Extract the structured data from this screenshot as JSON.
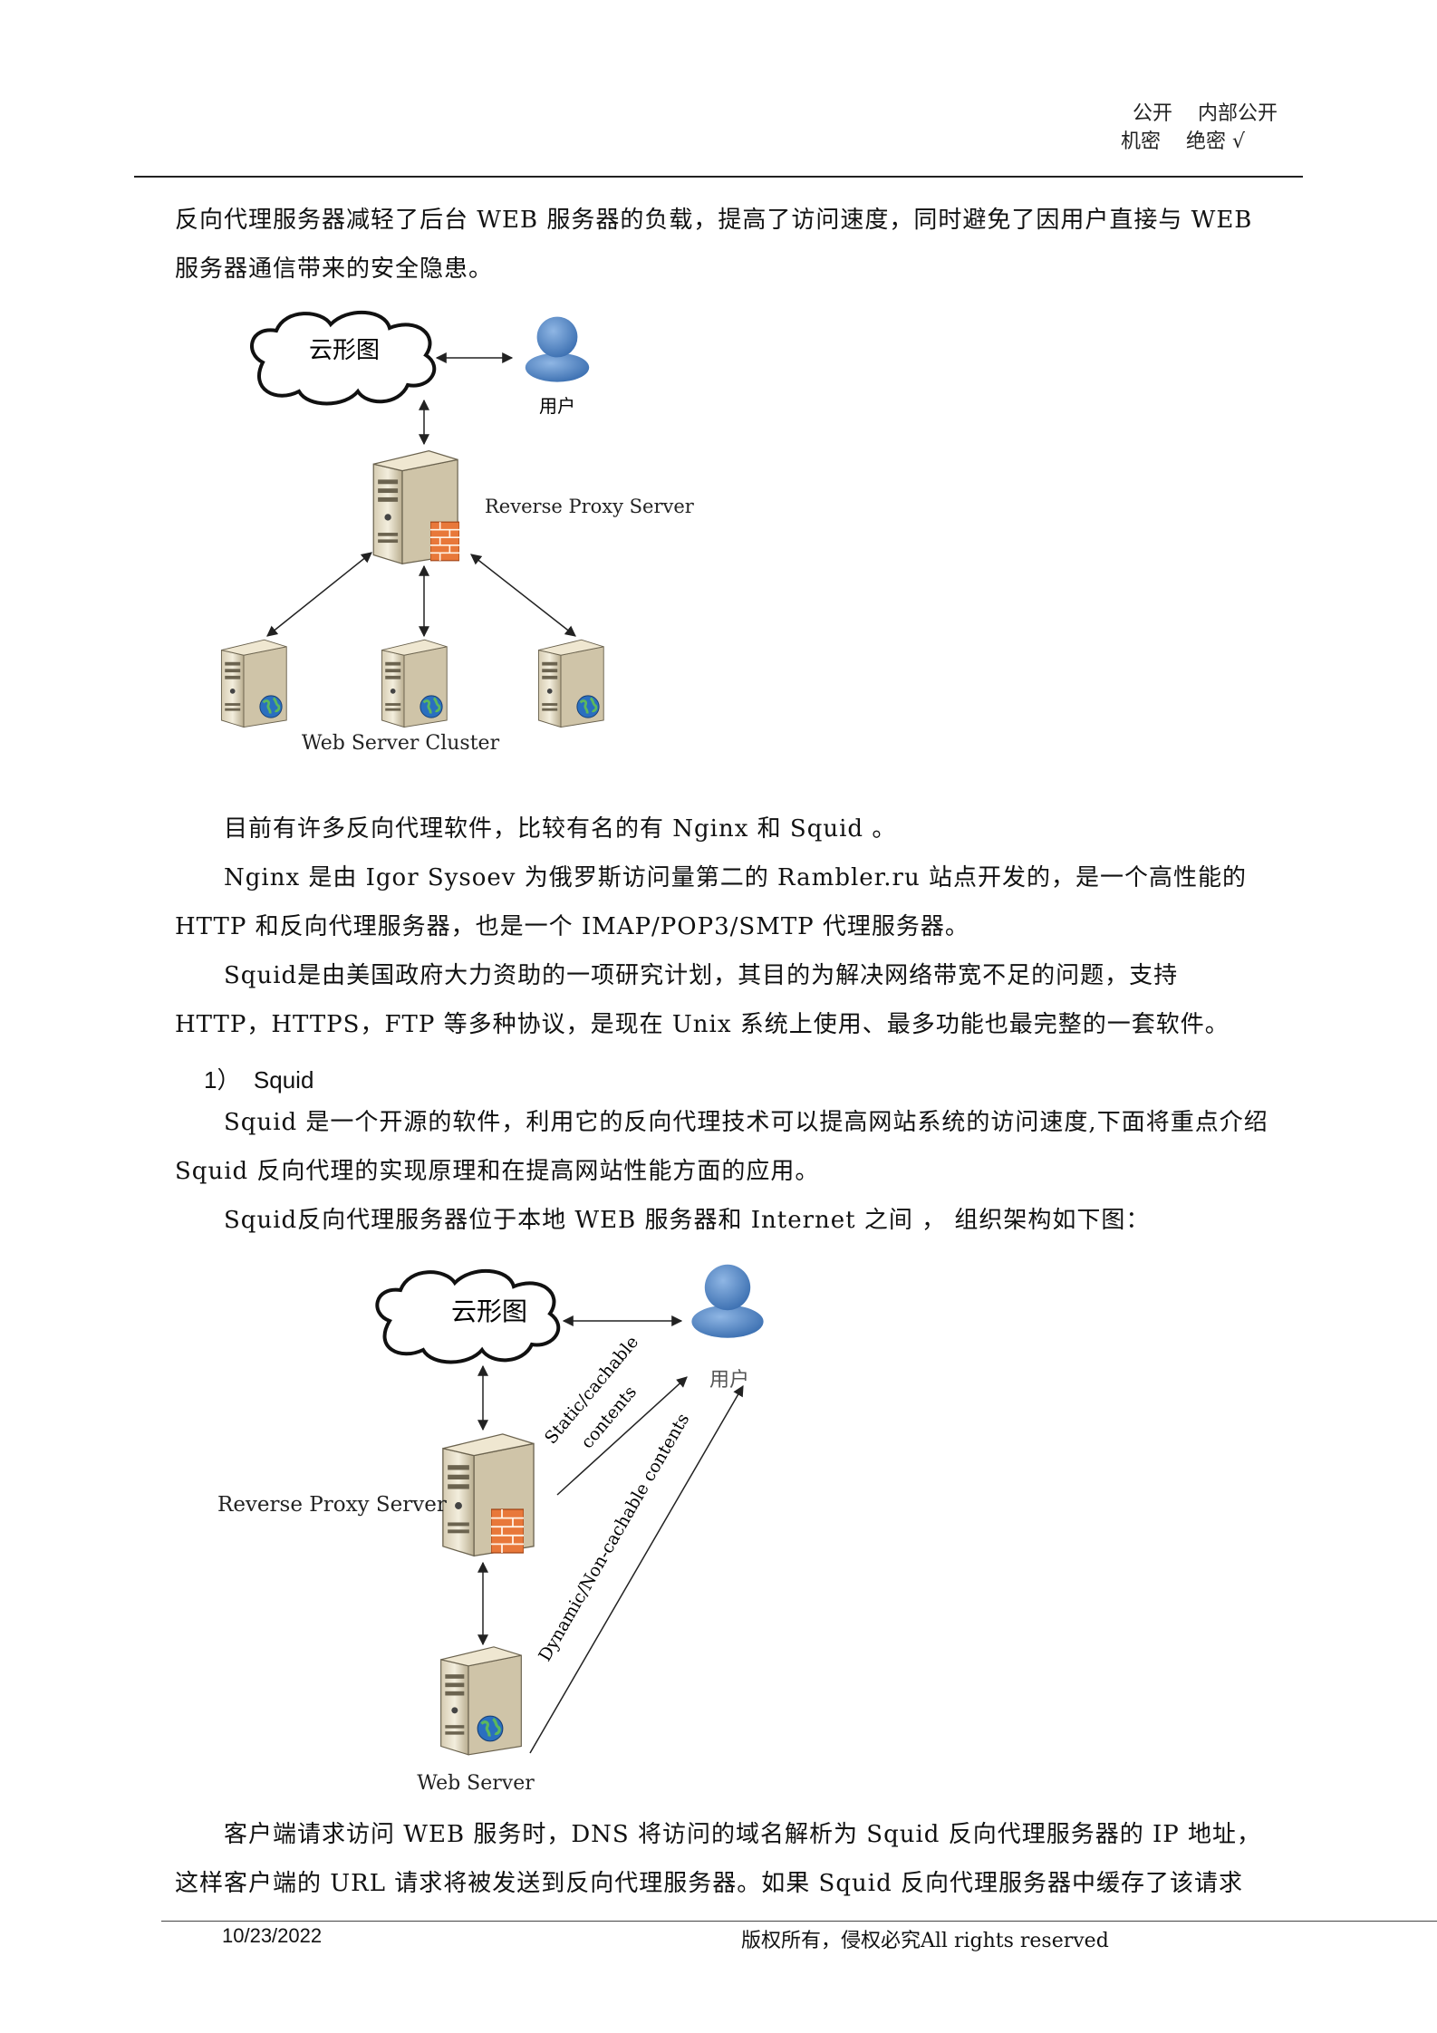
{
  "header": {
    "line1": "公开    内部公开",
    "line2": "机密    绝密 √"
  },
  "paragraphs": {
    "p1": "反向代理服务器减轻了后台 WEB 服务器的负载，提高了访问速度，同时避免了因用户直接与 WEB 服务器通信带来的安全隐患。",
    "p2": "目前有许多反向代理软件，比较有名的有 Nginx 和 Squid 。",
    "p3": "Nginx 是由 Igor Sysoev 为俄罗斯访问量第二的 Rambler.ru 站点开发的，是一个高性能的 HTTP 和反向代理服务器，也是一个 IMAP/POP3/SMTP 代理服务器。",
    "p4": "Squid是由美国政府大力资助的一项研究计划，其目的为解决网络带宽不足的问题，支持HTTP，HTTPS，FTP 等多种协议，是现在 Unix 系统上使用、最多功能也最完整的一套软件。",
    "heading": "1）  Squid",
    "p5": "Squid 是一个开源的软件，利用它的反向代理技术可以提高网站系统的访问速度,下面将重点介绍 Squid 反向代理的实现原理和在提高网站性能方面的应用。",
    "p6": "Squid反向代理服务器位于本地 WEB 服务器和 Internet 之间 ， 组织架构如下图：",
    "p7": "客户端请求访问 WEB 服务时，DNS 将访问的域名解析为 Squid 反向代理服务器的 IP 地址，这样客户端的 URL 请求将被发送到反向代理服务器。如果 Squid 反向代理服务器中缓存了该请求"
  },
  "diagram1": {
    "cloud_label": "云形图",
    "user_label": "用户",
    "proxy_label": "Reverse Proxy Server",
    "cluster_label": "Web Server Cluster"
  },
  "diagram2": {
    "cloud_label": "云形图",
    "user_label": "用户",
    "proxy_label": "Reverse Proxy Server",
    "web_label": "Web Server",
    "static_label_1": "Static/cachable",
    "static_label_2": "contents",
    "dynamic_label": "Dynamic/Non-cachable contents"
  },
  "footer": {
    "date": "10/23/2022",
    "copyright": "版权所有，侵权必究All rights reserved"
  },
  "colors": {
    "user_blue": "#4f86c6",
    "server_beige": "#e8dfc8",
    "brick": "#e8783a",
    "globe": "#2a6fbf"
  }
}
